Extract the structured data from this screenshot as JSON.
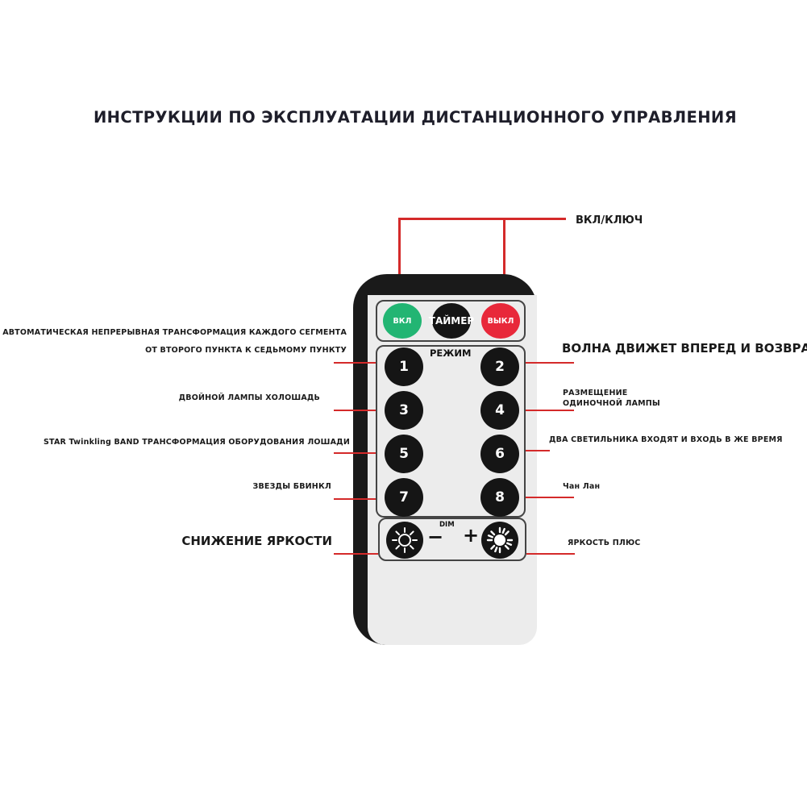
{
  "title": "ИНСТРУКЦИИ ПО ЭКСПЛУАТАЦИИ ДИСТАНЦИОННОГО УПРАВЛЕНИЯ",
  "colors": {
    "line": "#d42a2a",
    "on": "#22b573",
    "off": "#e8283a",
    "button": "#151515"
  },
  "remote": {
    "on_label": "ВКЛ",
    "timer_label": "ТАЙМЕР",
    "off_label": "ВЫКЛ",
    "mode_label": "РЕЖИМ",
    "buttons": [
      "1",
      "2",
      "3",
      "4",
      "5",
      "6",
      "7",
      "8"
    ],
    "dim_label": "DIM",
    "minus": "−",
    "plus": "+",
    "dim_icon": "sun-outline-icon",
    "bright_icon": "sun-filled-icon"
  },
  "labels": {
    "on_key": "ВКЛ/КЛЮЧ",
    "mode1_line1": "АВТОМАТИЧЕСКАЯ НЕПРЕРЫВНАЯ ТРАНСФОРМАЦИЯ КАЖДОГО СЕГМЕНТА",
    "mode1_line2": "ОТ ВТОРОГО ПУНКТА К СЕДЬМОМУ ПУНКТУ",
    "mode2": "ВОЛНА ДВИЖЕТ ВПЕРЕД И ВОЗВРАТ",
    "mode3": "ДВОЙНОЙ ЛАМПЫ ХОЛОШАДЬ",
    "mode4_line1": "РАЗМЕЩЕНИЕ",
    "mode4_line2": "ОДИНОЧНОЙ ЛАМПЫ",
    "mode5": "STAR Twinkling BAND ТРАНСФОРМАЦИЯ ОБОРУДОВАНИЯ ЛОШАДИ",
    "mode6": "ДВА СВЕТИЛЬНИКА ВХОДЯТ И ВХОДЬ В ЖЕ ВРЕМЯ",
    "mode7": "ЗВЕЗДЫ БВИНКЛ",
    "mode8": "Чан Лан",
    "dim_down": "СНИЖЕНИЕ ЯРКОСТИ",
    "bright_up": "ЯРКОСТЬ ПЛЮС"
  }
}
